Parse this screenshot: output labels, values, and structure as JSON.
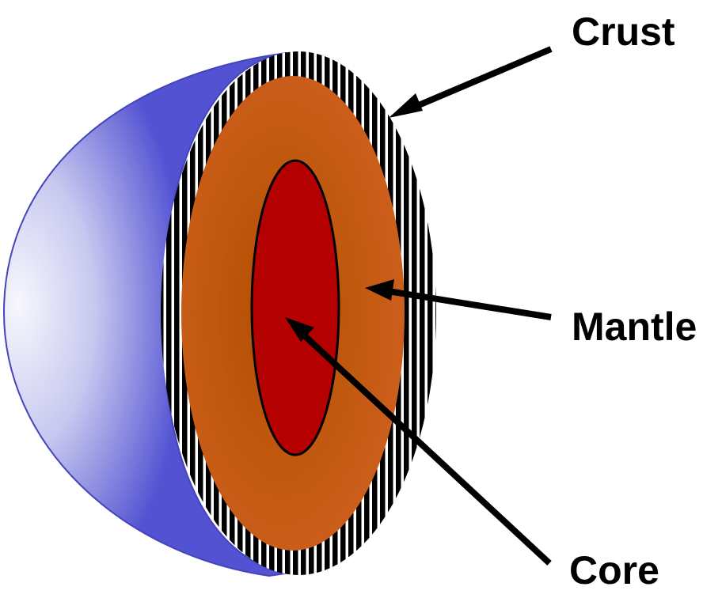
{
  "labels": {
    "crust": "Crust",
    "mantle": "Mantle",
    "core": "Core"
  },
  "colors": {
    "shell_dark": "#5050d0",
    "shell_light": "#f4f4fc",
    "mantle_outer": "#c85a14",
    "mantle_inner": "#b45000",
    "core": "#b40000",
    "crust_stripe": "#000000",
    "arrow": "#000000"
  }
}
